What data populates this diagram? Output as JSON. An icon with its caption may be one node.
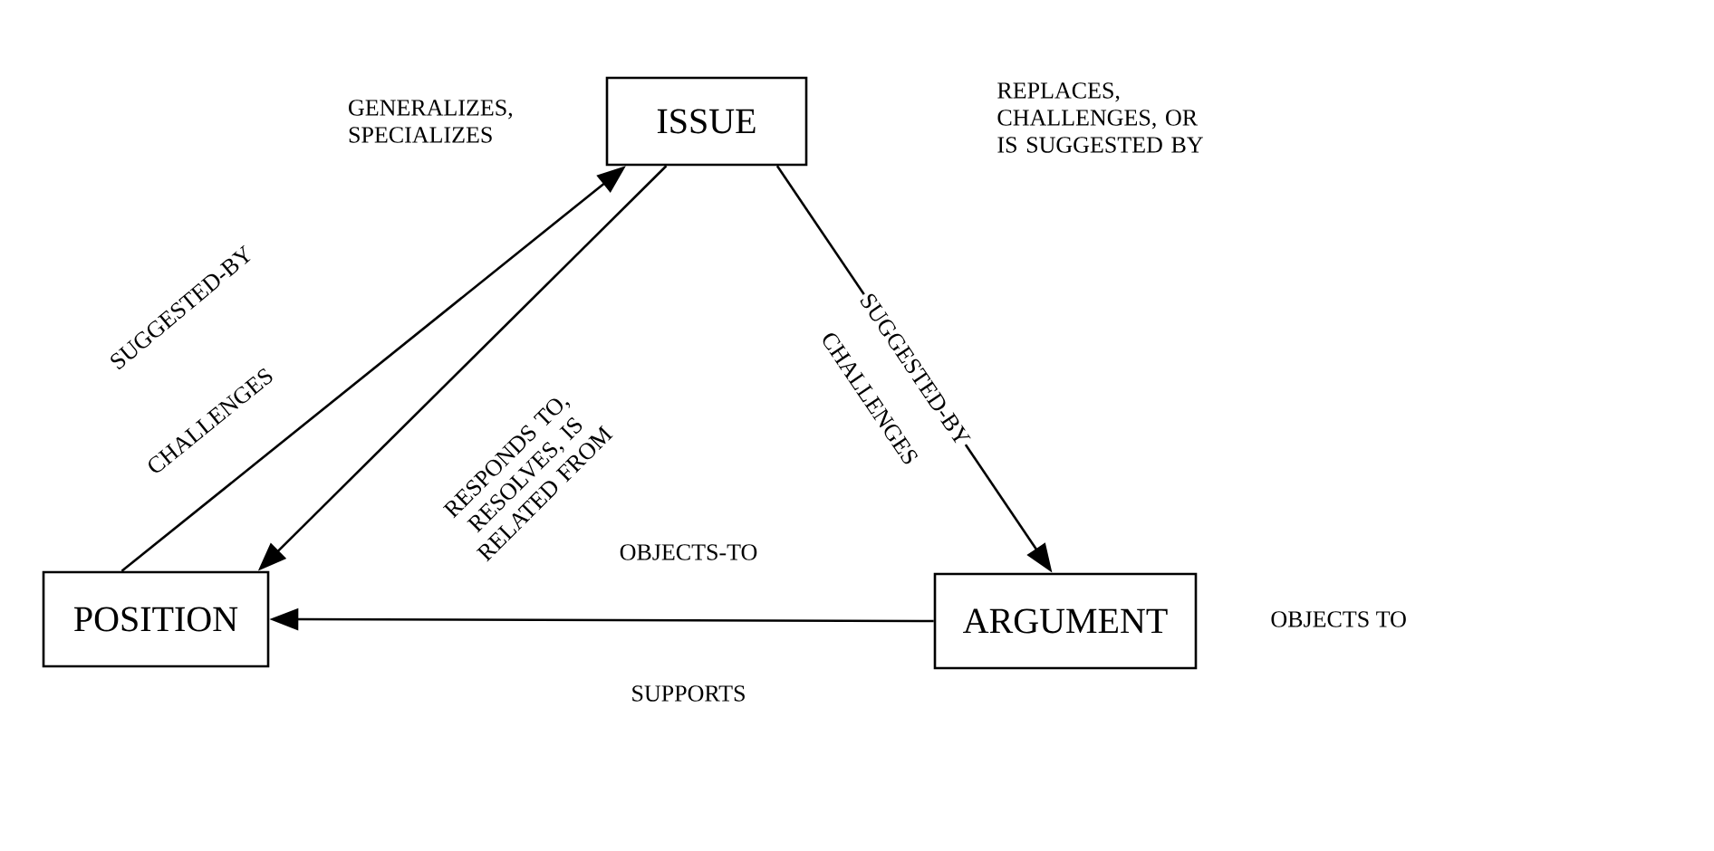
{
  "diagram": {
    "nodes": [
      {
        "text": [
          "ISSUE"
        ]
      },
      {
        "text": [
          "POSITION"
        ]
      },
      {
        "text": [
          "ARGUMENT"
        ]
      }
    ],
    "edges": [
      {
        "from": 1,
        "to": 0,
        "arrow": "to",
        "label": "CHALLENGES"
      },
      {
        "from": 0,
        "to": 1,
        "arrow": "to",
        "label": "RESPONDS TO, RESOLVES, IS RELATED FROM"
      },
      {
        "from": 0,
        "to": 2,
        "arrow": "to",
        "label": "SUGGESTED-BY"
      },
      {
        "from": 2,
        "to": 1,
        "arrow": "to",
        "label": "OBJECTS-TO"
      }
    ],
    "labels": [
      "GENERALIZES, SPECIALIZES",
      "REPLACES, CHALLENGES, OR IS SUGGESTED BY",
      "SUGGESTED-BY",
      "CHALLENGES",
      "SUPPORTS",
      "OBJECTS TO"
    ]
  }
}
